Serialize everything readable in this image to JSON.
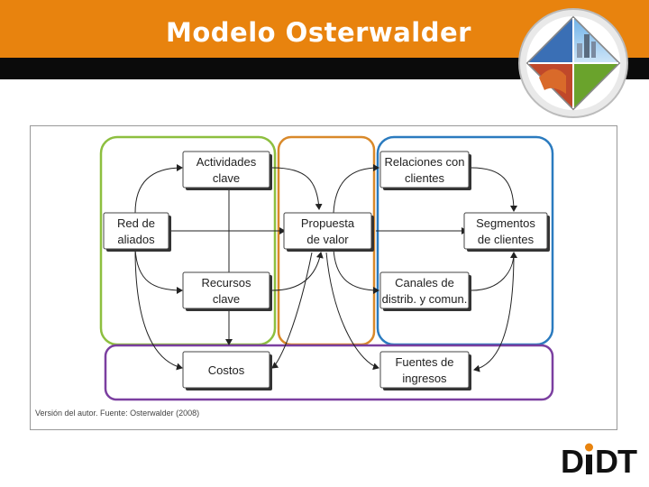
{
  "header": {
    "title": "Modelo Osterwalder"
  },
  "diagram": {
    "boxes": {
      "actividades": [
        "Actividades",
        "clave"
      ],
      "relaciones": [
        "Relaciones con",
        "clientes"
      ],
      "red": [
        "Red de",
        "aliados"
      ],
      "propuesta": [
        "Propuesta",
        "de valor"
      ],
      "segmentos": [
        "Segmentos",
        "de clientes"
      ],
      "recursos": [
        "Recursos",
        "clave"
      ],
      "canales": [
        "Canales de",
        "distrib. y comun."
      ],
      "costos": [
        "Costos"
      ],
      "fuentes": [
        "Fuentes de",
        "ingresos"
      ]
    },
    "colors": {
      "green": "#8dbf3f",
      "orange": "#d9892a",
      "blue": "#2b7bbf",
      "purple": "#7b3fa0"
    }
  },
  "caption": "Versión del autor. Fuente: Osterwalder (2008)",
  "logo": {
    "text": "DIDT"
  }
}
